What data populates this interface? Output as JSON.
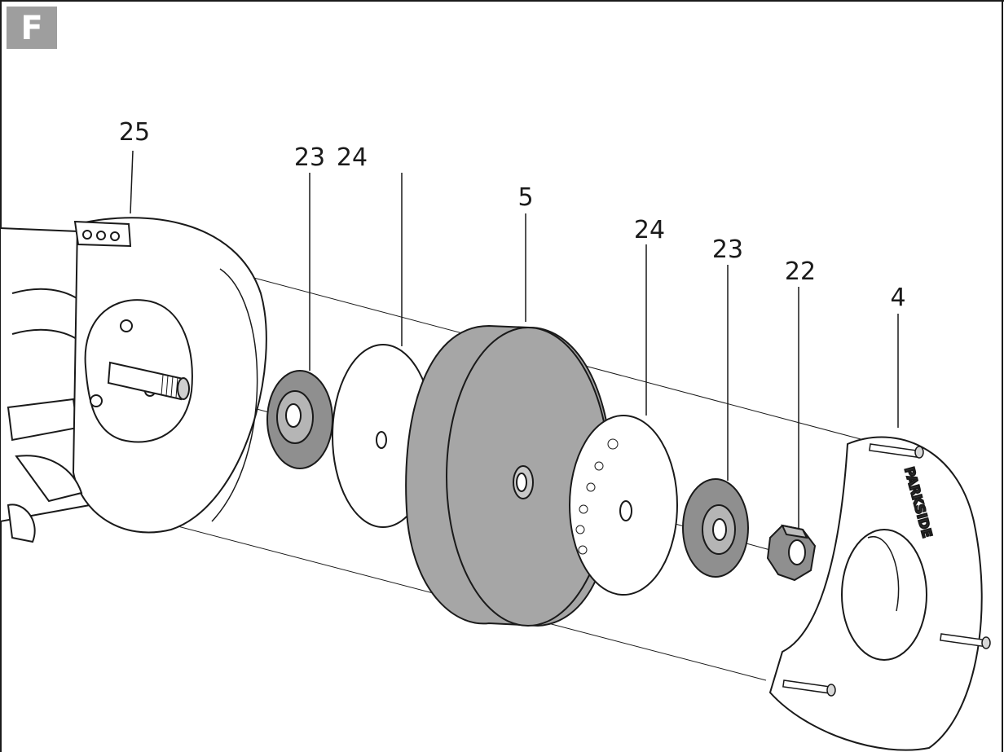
{
  "figure": {
    "letter": "F",
    "badge_color": "#9e9e9e"
  },
  "labels": {
    "guard_rear": "25",
    "flange_1": "23",
    "blotter_1": "24",
    "wheel": "5",
    "blotter_2": "24",
    "flange_2": "23",
    "nut": "22",
    "guard_front": "4"
  },
  "brand": "PARKSIDE",
  "colors": {
    "line": "#1a1a1a",
    "wheel_fill": "#a6a6a6",
    "flange_fill": "#8f8f8f",
    "paper": "#ffffff"
  }
}
